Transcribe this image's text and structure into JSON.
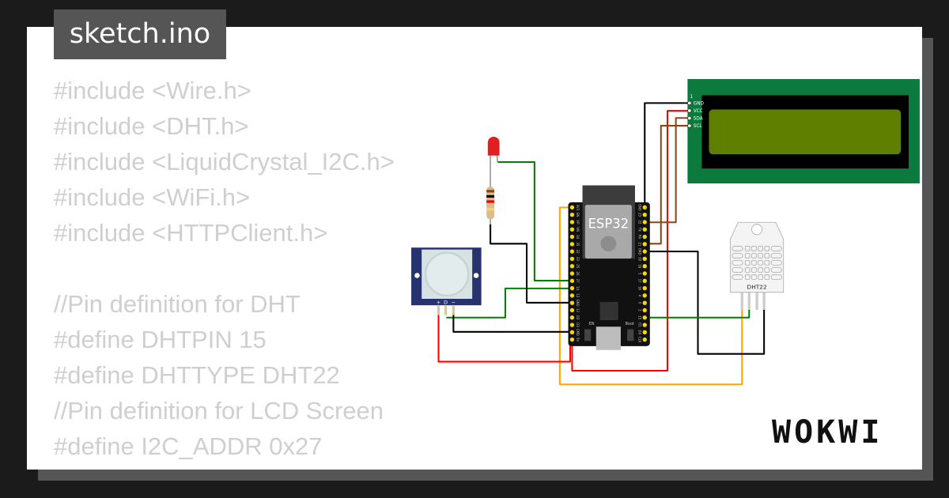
{
  "tab": {
    "title": "sketch.ino"
  },
  "code_lines": [
    "#include <Wire.h>",
    "#include <DHT.h>",
    "#include <LiquidCrystal_I2C.h>",
    "#include <WiFi.h>",
    "#include <HTTPClient.h>",
    "",
    "//Pin definition for DHT",
    "#define DHTPIN 15",
    "#define DHTTYPE DHT22",
    "//Pin definition for LCD Screen",
    "#define I2C_ADDR 0x27"
  ],
  "esp32": {
    "label": "ESP32",
    "left_pins": [
      "3V3",
      "EN",
      "VP",
      "VN",
      "34",
      "35",
      "32",
      "33",
      "25",
      "26",
      "27",
      "14",
      "12",
      "GND",
      "13",
      "D2",
      "D3",
      "CMD",
      "5V"
    ],
    "right_pins": [
      "GND",
      "23",
      "22",
      "TX",
      "RX",
      "21",
      "GND",
      "19",
      "18",
      "5",
      "17",
      "16",
      "4",
      "0",
      "2",
      "15",
      "D1",
      "D0",
      "CLK"
    ],
    "en_label": "EN",
    "boot_label": "Boot"
  },
  "lcd": {
    "pin_number": "1",
    "pins": [
      "GND",
      "VCC",
      "SDA",
      "SCL"
    ],
    "body_color": "#0b7a3c",
    "screen_color": "#5f7f00"
  },
  "dht": {
    "label": "DHT22"
  },
  "pir": {
    "pins": [
      "+",
      "D",
      "−"
    ],
    "body_color": "#26336e"
  },
  "wire_colors": {
    "red": "#ff0000",
    "black": "#000000",
    "green": "#008000",
    "orange": "#ffa500",
    "brown": "#8b4513"
  },
  "logo": "WOKWI"
}
